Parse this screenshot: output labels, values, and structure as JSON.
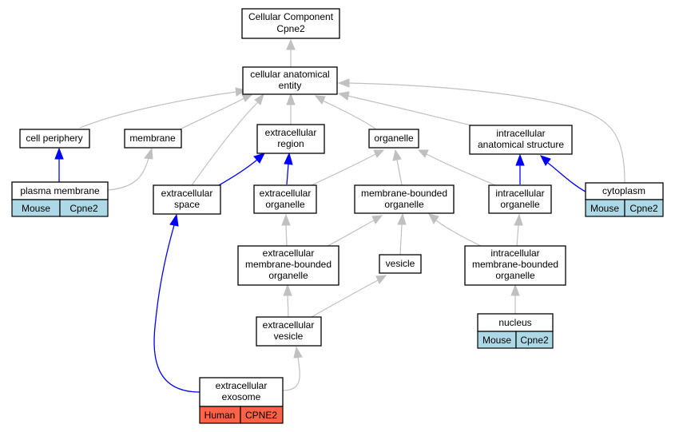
{
  "colors": {
    "mouse_badge": "#add8e6",
    "human_badge": "#ff6347",
    "edge_gray": "#c0c0c0",
    "edge_blue": "#0000ff"
  },
  "nodes": {
    "root": {
      "lines": [
        "Cellular Component",
        "Cpne2"
      ]
    },
    "cae": {
      "lines": [
        "cellular anatomical",
        "entity"
      ]
    },
    "cellper": {
      "lines": [
        "cell periphery"
      ]
    },
    "membrane": {
      "lines": [
        "membrane"
      ]
    },
    "exreg": {
      "lines": [
        "extracellular",
        "region"
      ]
    },
    "organelle": {
      "lines": [
        "organelle"
      ]
    },
    "ias": {
      "lines": [
        "intracellular",
        "anatomical structure"
      ]
    },
    "pm": {
      "lines": [
        "plasma membrane"
      ],
      "species": "Mouse",
      "gene": "Cpne2"
    },
    "exspace": {
      "lines": [
        "extracellular",
        "space"
      ]
    },
    "exorg": {
      "lines": [
        "extracellular",
        "organelle"
      ]
    },
    "mbo": {
      "lines": [
        "membrane-bounded",
        "organelle"
      ]
    },
    "intorg": {
      "lines": [
        "intracellular",
        "organelle"
      ]
    },
    "cyto": {
      "lines": [
        "cytoplasm"
      ],
      "species": "Mouse",
      "gene": "Cpne2"
    },
    "exmbo": {
      "lines": [
        "extracellular",
        "membrane-bounded",
        "organelle"
      ]
    },
    "vesicle": {
      "lines": [
        "vesicle"
      ]
    },
    "imbo": {
      "lines": [
        "intracellular",
        "membrane-bounded",
        "organelle"
      ]
    },
    "exves": {
      "lines": [
        "extracellular",
        "vesicle"
      ]
    },
    "nucleus": {
      "lines": [
        "nucleus"
      ],
      "species": "Mouse",
      "gene": "Cpne2"
    },
    "exosome": {
      "lines": [
        "extracellular",
        "exosome"
      ],
      "species": "Human",
      "gene": "CPNE2"
    }
  }
}
